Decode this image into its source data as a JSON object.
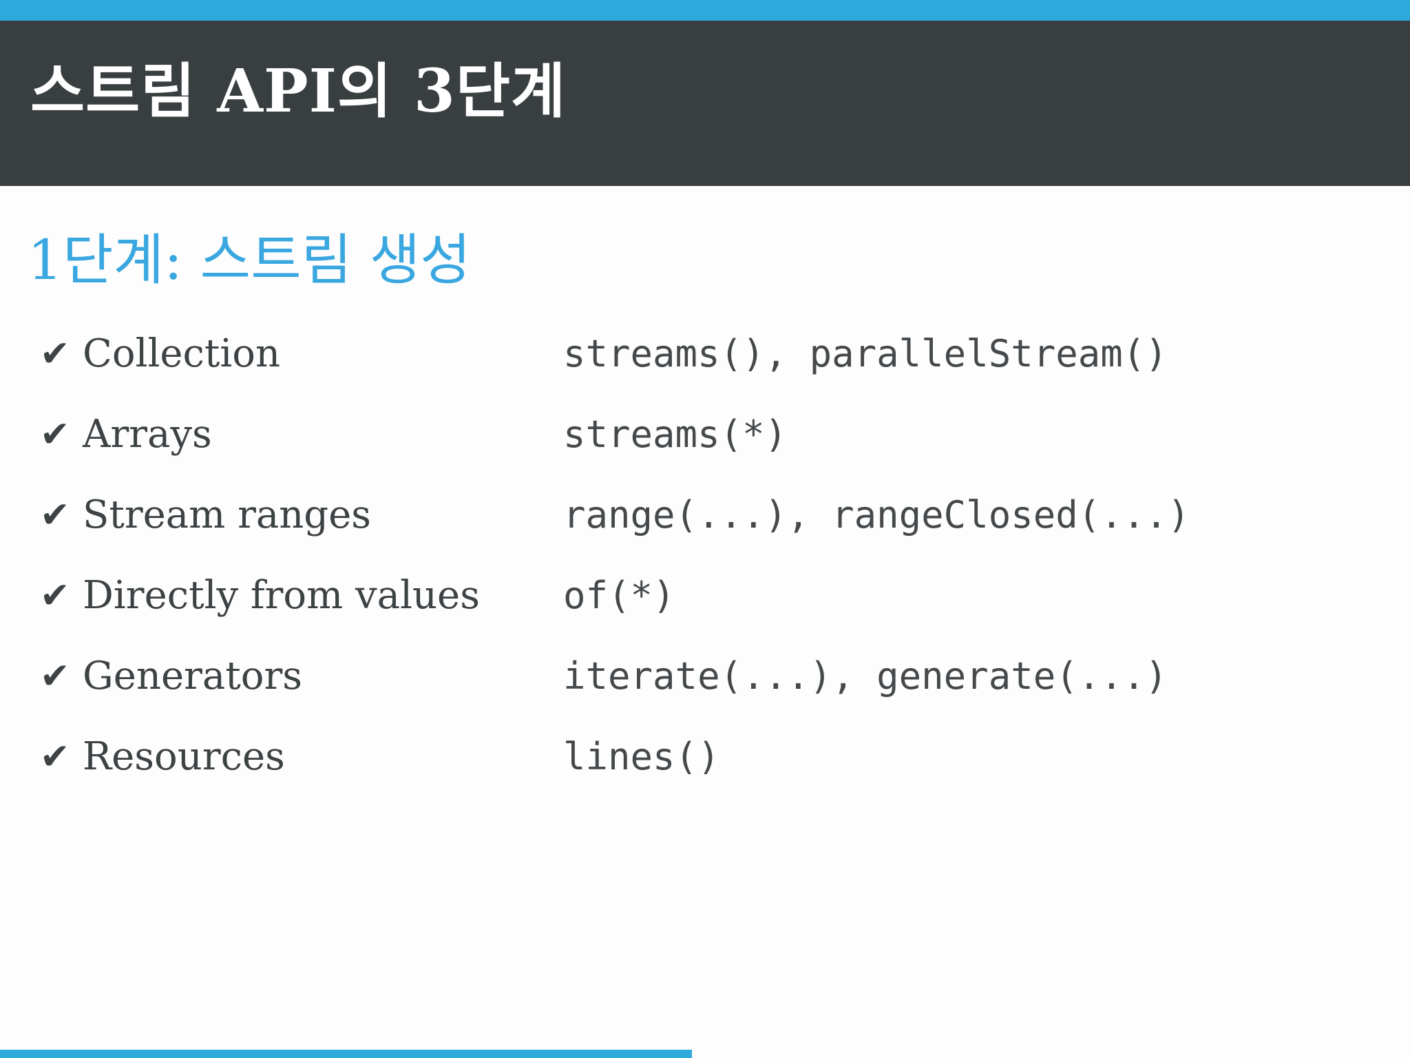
{
  "page": {
    "background": "#fdfdfd"
  },
  "colors": {
    "accent": "#2ea9dc",
    "header_background": "#393e40",
    "subtitle": "#3aa7e0",
    "text": "#3d4244",
    "code": "#45494b"
  },
  "header": {
    "title": "스트림 API의 3단계"
  },
  "section": {
    "subtitle": "1단계: 스트림 생성"
  },
  "list": {
    "check_glyph": "✔",
    "items": [
      {
        "label": "Collection",
        "code": "streams(), parallelStream()"
      },
      {
        "label": "Arrays",
        "code": "streams(*)"
      },
      {
        "label": "Stream ranges",
        "code": "range(...), rangeClosed(...)"
      },
      {
        "label": "Directly from values",
        "code": "of(*)"
      },
      {
        "label": "Generators",
        "code": "iterate(...), generate(...)"
      },
      {
        "label": "Resources",
        "code": "lines()"
      }
    ]
  }
}
